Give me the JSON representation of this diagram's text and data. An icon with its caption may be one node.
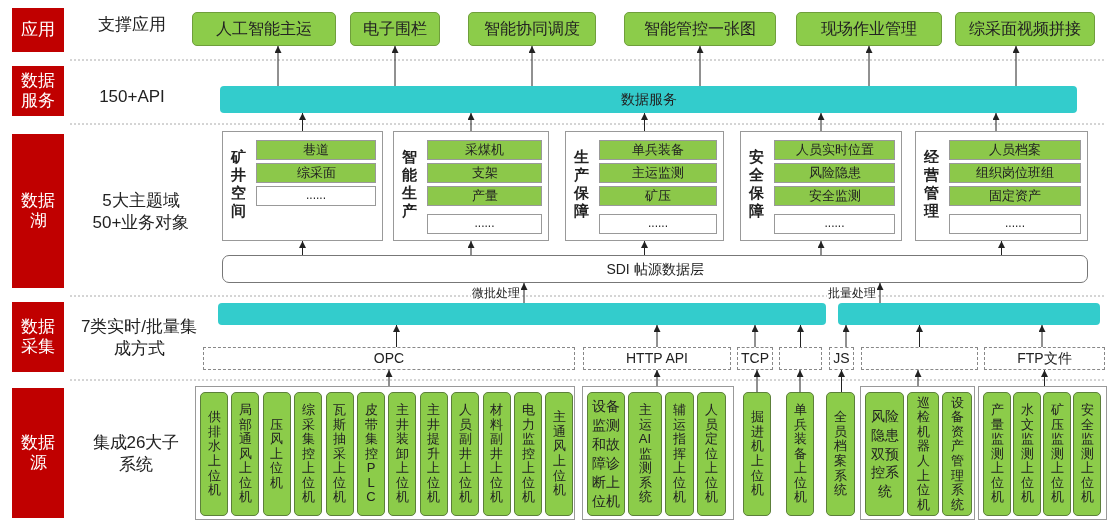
{
  "diagram": {
    "nodes": [
      {
        "text": [
          "应用"
        ]
      },
      {
        "text": [
          "数据服务"
        ]
      },
      {
        "text": [
          "数据湖"
        ]
      },
      {
        "text": [
          "数据采集"
        ]
      },
      {
        "text": [
          "数据源"
        ]
      },
      {
        "text": [
          "人工智能主运"
        ]
      },
      {
        "text": [
          "电子围栏"
        ]
      },
      {
        "text": [
          "智能协同调度"
        ]
      },
      {
        "text": [
          "智能管控一张图"
        ]
      },
      {
        "text": [
          "现场作业管理"
        ]
      },
      {
        "text": [
          "综采面视频拼接"
        ]
      },
      {
        "text": [
          "数据服务"
        ]
      },
      {
        "text": [
          "矿井空间"
        ]
      },
      {
        "text": [
          "巷道"
        ],
        "in": 12
      },
      {
        "text": [
          "综采面"
        ],
        "in": 12
      },
      {
        "text": [
          "......"
        ],
        "in": 12
      },
      {
        "text": [
          "智能生产"
        ]
      },
      {
        "text": [
          "采煤机"
        ],
        "in": 16
      },
      {
        "text": [
          "支架"
        ],
        "in": 16
      },
      {
        "text": [
          "产量"
        ],
        "in": 16
      },
      {
        "text": [
          "......"
        ],
        "in": 16
      },
      {
        "text": [
          "生产保障"
        ]
      },
      {
        "text": [
          "单兵装备"
        ],
        "in": 21
      },
      {
        "text": [
          "主运监测"
        ],
        "in": 21
      },
      {
        "text": [
          "矿压"
        ],
        "in": 21
      },
      {
        "text": [
          "......"
        ],
        "in": 21
      },
      {
        "text": [
          "安全保障"
        ]
      },
      {
        "text": [
          "人员实时位置"
        ],
        "in": 26
      },
      {
        "text": [
          "风险隐患"
        ],
        "in": 26
      },
      {
        "text": [
          "安全监测"
        ],
        "in": 26
      },
      {
        "text": [
          "......"
        ],
        "in": 26
      },
      {
        "text": [
          "经营管理"
        ]
      },
      {
        "text": [
          "人员档案"
        ],
        "in": 31
      },
      {
        "text": [
          "组织岗位班组"
        ],
        "in": 31
      },
      {
        "text": [
          "固定资产"
        ],
        "in": 31
      },
      {
        "text": [
          "......"
        ],
        "in": 31
      },
      {
        "text": [
          "SDI 帖源数据层"
        ]
      },
      {
        "text": [],
        "shape": "bar"
      },
      {
        "text": [],
        "shape": "bar"
      },
      {
        "text": [
          "OPC"
        ]
      },
      {
        "text": [
          "HTTP API"
        ]
      },
      {
        "text": [
          "TCP"
        ]
      },
      {
        "text": [],
        "shape": "box"
      },
      {
        "text": [
          "JS"
        ]
      },
      {
        "text": [],
        "shape": "box"
      },
      {
        "text": [
          "FTP文件"
        ]
      },
      {
        "text": [],
        "shape": "box"
      },
      {
        "text": [
          "供排水上位机"
        ],
        "in": 46
      },
      {
        "text": [
          "局部通风上位机"
        ],
        "in": 46
      },
      {
        "text": [
          "压风上位机"
        ],
        "in": 46
      },
      {
        "text": [
          "综采集控上位机"
        ],
        "in": 46
      },
      {
        "text": [
          "瓦斯抽采上位机"
        ],
        "in": 46
      },
      {
        "text": [
          "皮带集控PLC"
        ],
        "in": 46
      },
      {
        "text": [
          "主井装卸上位机"
        ],
        "in": 46
      },
      {
        "text": [
          "主井提升上位机"
        ],
        "in": 46
      },
      {
        "text": [
          "人员副井上位机"
        ],
        "in": 46
      },
      {
        "text": [
          "材料副井上位机"
        ],
        "in": 46
      },
      {
        "text": [
          "电力监控上位机"
        ],
        "in": 46
      },
      {
        "text": [
          "主通风上位机"
        ],
        "in": 46
      },
      {
        "text": [],
        "shape": "box"
      },
      {
        "text": [
          "设备监测和故障诊断上位机"
        ],
        "in": 59
      },
      {
        "text": [
          "主运AI监测系统"
        ],
        "in": 59
      },
      {
        "text": [
          "辅运指挥上位机"
        ],
        "in": 59
      },
      {
        "text": [
          "人员定位上位机"
        ],
        "in": 59
      },
      {
        "text": [
          "掘进机上位机"
        ]
      },
      {
        "text": [
          "单兵装备上位机"
        ]
      },
      {
        "text": [
          "全员档案系统"
        ]
      },
      {
        "text": [],
        "shape": "box"
      },
      {
        "text": [
          "风险隐患双预控系统"
        ],
        "in": 67
      },
      {
        "text": [
          "巡检机器人上位机"
        ],
        "in": 67
      },
      {
        "text": [
          "设备资产管理系统"
        ],
        "in": 67
      },
      {
        "text": [],
        "shape": "box"
      },
      {
        "text": [
          "产量监测上位机"
        ],
        "in": 71
      },
      {
        "text": [
          "水文监测上位机"
        ],
        "in": 71
      },
      {
        "text": [
          "矿压监测上位机"
        ],
        "in": 71
      },
      {
        "text": [
          "安全监测上位机"
        ],
        "in": 71
      }
    ],
    "edges": [
      {
        "from": 11,
        "to": 5,
        "arrow": "to"
      },
      {
        "from": 11,
        "to": 6,
        "arrow": "to"
      },
      {
        "from": 11,
        "to": 7,
        "arrow": "to"
      },
      {
        "from": 11,
        "to": 8,
        "arrow": "to"
      },
      {
        "from": 11,
        "to": 9,
        "arrow": "to"
      },
      {
        "from": 11,
        "to": 10,
        "arrow": "to"
      },
      {
        "from": 12,
        "to": 11,
        "arrow": "to"
      },
      {
        "from": 16,
        "to": 11,
        "arrow": "to"
      },
      {
        "from": 21,
        "to": 11,
        "arrow": "to"
      },
      {
        "from": 26,
        "to": 11,
        "arrow": "to"
      },
      {
        "from": 31,
        "to": 11,
        "arrow": "to"
      },
      {
        "from": 36,
        "to": 12,
        "arrow": "to"
      },
      {
        "from": 36,
        "to": 16,
        "arrow": "to"
      },
      {
        "from": 36,
        "to": 21,
        "arrow": "to"
      },
      {
        "from": 36,
        "to": 26,
        "arrow": "to"
      },
      {
        "from": 36,
        "to": 31,
        "arrow": "to"
      },
      {
        "from": 37,
        "to": 36,
        "arrow": "to",
        "label": "微批处理"
      },
      {
        "from": 38,
        "to": 36,
        "arrow": "to",
        "label": "批量处理"
      },
      {
        "from": 39,
        "to": 37,
        "arrow": "to"
      },
      {
        "from": 40,
        "to": 37,
        "arrow": "to"
      },
      {
        "from": 41,
        "to": 37,
        "arrow": "to"
      },
      {
        "from": 42,
        "to": 37,
        "arrow": "to"
      },
      {
        "from": 43,
        "to": 38,
        "arrow": "to"
      },
      {
        "from": 44,
        "to": 38,
        "arrow": "to"
      },
      {
        "from": 45,
        "to": 38,
        "arrow": "to"
      },
      {
        "from": 46,
        "to": 39,
        "arrow": "to"
      },
      {
        "from": 59,
        "to": 40,
        "arrow": "to"
      },
      {
        "from": 64,
        "to": 41,
        "arrow": "to"
      },
      {
        "from": 65,
        "to": 42,
        "arrow": "to"
      },
      {
        "from": 66,
        "to": 43,
        "arrow": "to"
      },
      {
        "from": 67,
        "to": 44,
        "arrow": "to"
      },
      {
        "from": 71,
        "to": 45,
        "arrow": "to"
      }
    ],
    "labels": [
      "支撑应用",
      "150+API",
      "5大主题域 50+业务对象",
      "7类实时/批量集成方式",
      "集成26大子系统"
    ]
  }
}
